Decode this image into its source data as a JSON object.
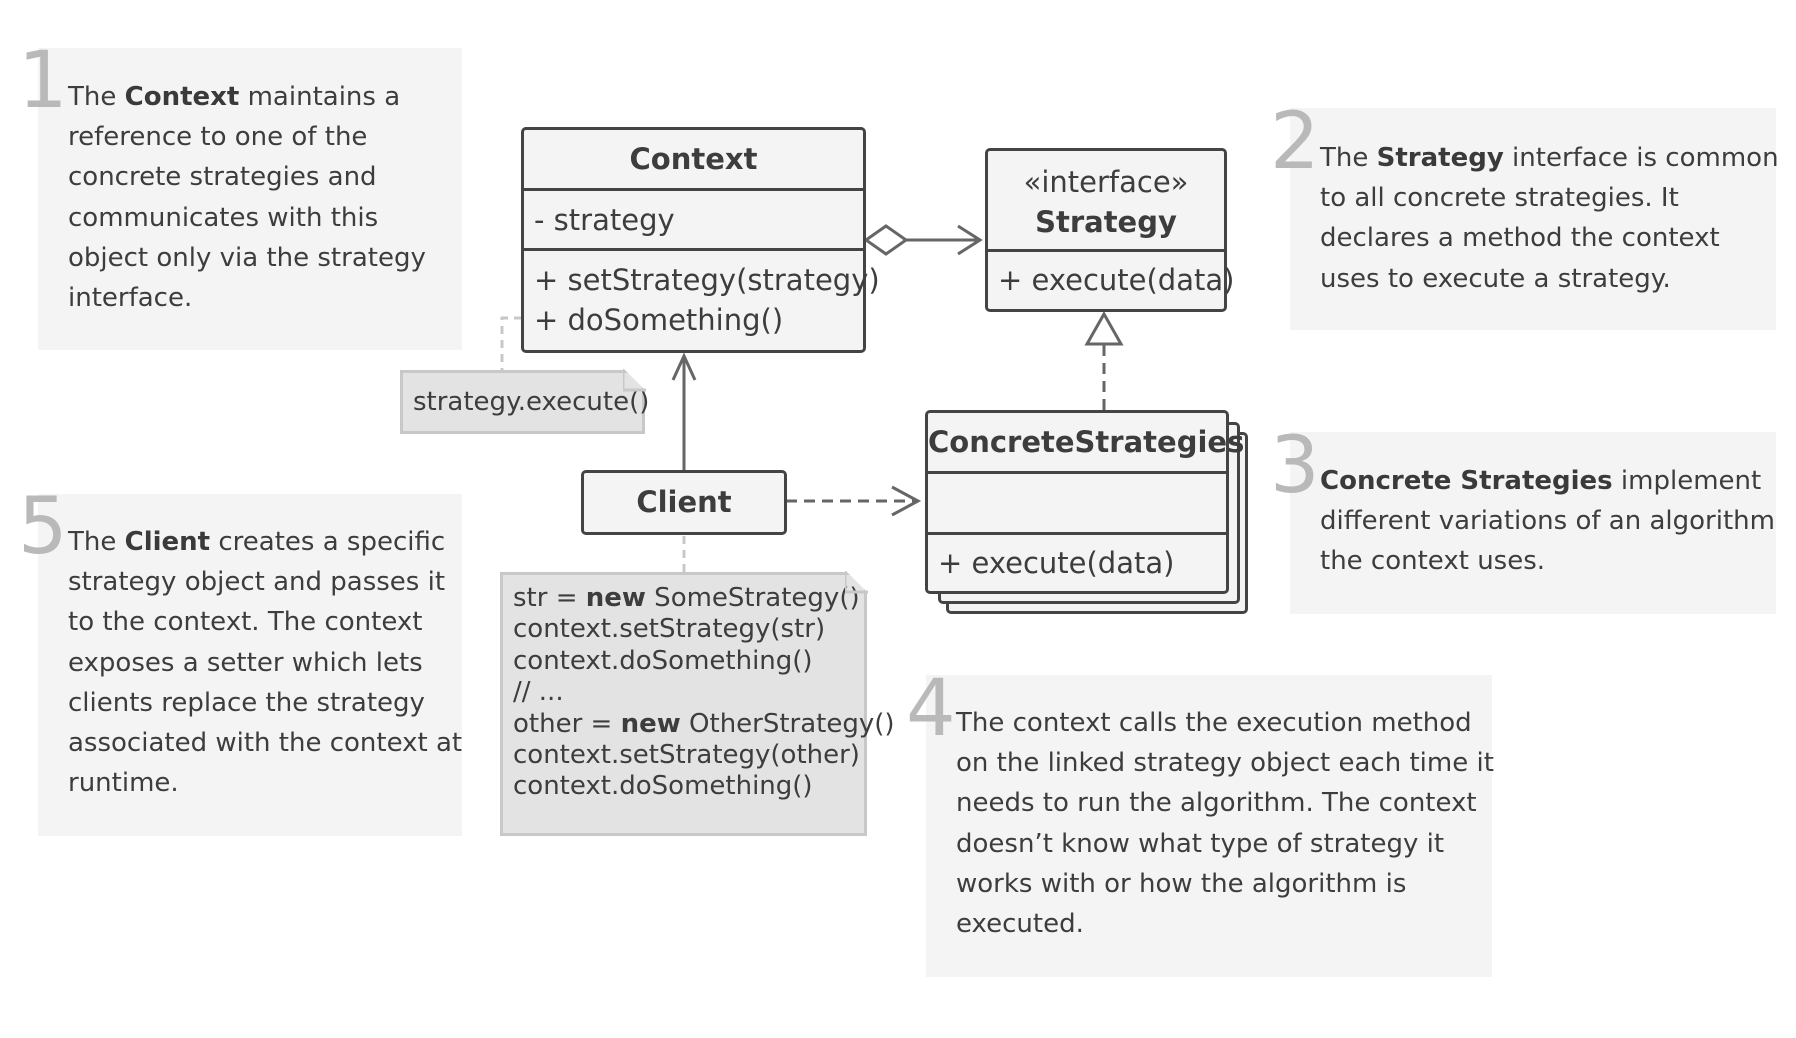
{
  "notes": [
    {
      "number": "1",
      "segments": [
        {
          "t": "The ",
          "b": false
        },
        {
          "t": "Context",
          "b": true
        },
        {
          "t": " maintains a",
          "b": false
        },
        {
          "br": true
        },
        {
          "t": "reference to one of the",
          "b": false
        },
        {
          "br": true
        },
        {
          "t": "concrete strategies and",
          "b": false
        },
        {
          "br": true
        },
        {
          "t": "communicates with this",
          "b": false
        },
        {
          "br": true
        },
        {
          "t": "object only via the strategy",
          "b": false
        },
        {
          "br": true
        },
        {
          "t": "interface.",
          "b": false
        }
      ]
    },
    {
      "number": "2",
      "segments": [
        {
          "t": "The ",
          "b": false
        },
        {
          "t": "Strategy",
          "b": true
        },
        {
          "t": " interface is common",
          "b": false
        },
        {
          "br": true
        },
        {
          "t": "to all concrete strategies. It",
          "b": false
        },
        {
          "br": true
        },
        {
          "t": "declares a method the context",
          "b": false
        },
        {
          "br": true
        },
        {
          "t": "uses to execute a strategy.",
          "b": false
        }
      ]
    },
    {
      "number": "3",
      "segments": [
        {
          "t": "Concrete Strategies",
          "b": true
        },
        {
          "t": " implement",
          "b": false
        },
        {
          "br": true
        },
        {
          "t": "different variations of an algorithm",
          "b": false
        },
        {
          "br": true
        },
        {
          "t": "the context uses.",
          "b": false
        }
      ]
    },
    {
      "number": "4",
      "segments": [
        {
          "t": "The context calls the execution method",
          "b": false
        },
        {
          "br": true
        },
        {
          "t": "on the linked strategy object each time it",
          "b": false
        },
        {
          "br": true
        },
        {
          "t": "needs to run the algorithm. The context",
          "b": false
        },
        {
          "br": true
        },
        {
          "t": "doesn’t know what type of strategy it",
          "b": false
        },
        {
          "br": true
        },
        {
          "t": "works with or how the algorithm is",
          "b": false
        },
        {
          "br": true
        },
        {
          "t": "executed.",
          "b": false
        }
      ]
    },
    {
      "number": "5",
      "segments": [
        {
          "t": "The ",
          "b": false
        },
        {
          "t": "Client",
          "b": true
        },
        {
          "t": " creates a specific",
          "b": false
        },
        {
          "br": true
        },
        {
          "t": "strategy object and passes it",
          "b": false
        },
        {
          "br": true
        },
        {
          "t": "to the context. The context",
          "b": false
        },
        {
          "br": true
        },
        {
          "t": "exposes a setter which lets",
          "b": false
        },
        {
          "br": true
        },
        {
          "t": "clients replace the strategy",
          "b": false
        },
        {
          "br": true
        },
        {
          "t": "associated with the context at",
          "b": false
        },
        {
          "br": true
        },
        {
          "t": "runtime.",
          "b": false
        }
      ]
    }
  ],
  "classes": {
    "context": {
      "title": "Context",
      "field": "- strategy",
      "method1": "+ setStrategy(strategy)",
      "method2": "+ doSomething()"
    },
    "strategy": {
      "stereotype": "«interface»",
      "title": "Strategy",
      "method": "+ execute(data)"
    },
    "concrete": {
      "title": "ConcreteStrategies",
      "method": "+ execute(data)"
    },
    "client": {
      "title": "Client"
    }
  },
  "context_note": {
    "text": "strategy.execute()"
  },
  "client_note": {
    "lines": [
      [
        {
          "t": "str = ",
          "b": false
        },
        {
          "t": "new",
          "b": true
        },
        {
          "t": " SomeStrategy()",
          "b": false
        }
      ],
      [
        {
          "t": "context.setStrategy(str)",
          "b": false
        }
      ],
      [
        {
          "t": "context.doSomething()",
          "b": false
        }
      ],
      [
        {
          "t": "// ...",
          "b": false
        }
      ],
      [
        {
          "t": "other = ",
          "b": false
        },
        {
          "t": "new",
          "b": true
        },
        {
          "t": " OtherStrategy()",
          "b": false
        }
      ],
      [
        {
          "t": "context.setStrategy(other)",
          "b": false
        }
      ],
      [
        {
          "t": "context.doSomething()",
          "b": false
        }
      ]
    ]
  },
  "colors": {
    "border": "#444444",
    "box_fill": "#f4f4f4",
    "note_fill": "#f4f4f4",
    "number": "#b9b9b9",
    "code_fill": "#e3e3e3",
    "dashed": "#c8c8c8"
  }
}
